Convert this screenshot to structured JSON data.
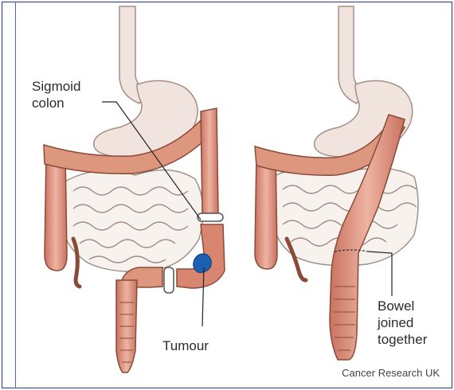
{
  "labels": {
    "sigmoid_colon": [
      "Sigmoid",
      "colon"
    ],
    "tumour": "Tumour",
    "bowel_joined": [
      "Bowel",
      "joined",
      "together"
    ]
  },
  "credit": "Cancer Research UK",
  "colors": {
    "colon_fill": "#df9a87",
    "colon_stroke": "#8a4a38",
    "stomach_fill": "#f1e3dd",
    "stomach_stroke": "#a78e85",
    "small_intestine_stroke": "#9b8c87",
    "tumour": "#1b5fb0",
    "frame": "#1f3a8a"
  }
}
